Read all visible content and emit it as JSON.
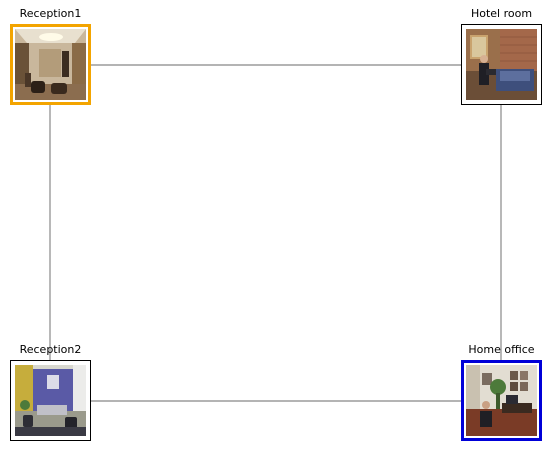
{
  "nodes": [
    {
      "label": "Reception1",
      "border_color": "#f3a400",
      "scene": "reception-lobby"
    },
    {
      "label": "Hotel room",
      "border_color": "#000000",
      "scene": "hotel-room"
    },
    {
      "label": "Reception2",
      "border_color": "#000000",
      "scene": "reception-blue-wall"
    },
    {
      "label": "Home office",
      "border_color": "#0000d8",
      "scene": "home-office"
    }
  ],
  "edges": [
    {
      "from": "Reception1",
      "to": "Hotel room"
    },
    {
      "from": "Reception1",
      "to": "Reception2"
    },
    {
      "from": "Hotel room",
      "to": "Home office"
    },
    {
      "from": "Reception2",
      "to": "Home office"
    }
  ],
  "colors": {
    "edge": "#888888",
    "selected_primary": "#f3a400",
    "selected_secondary": "#0000d8"
  }
}
